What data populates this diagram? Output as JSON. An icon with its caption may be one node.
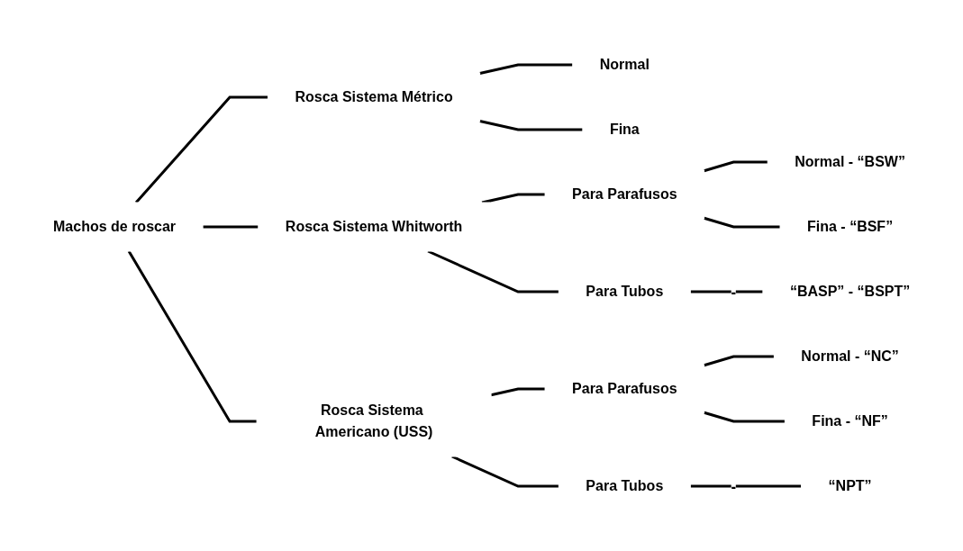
{
  "diagram": {
    "nodes": [
      {
        "text": [
          "Machos de roscar"
        ]
      },
      {
        "text": [
          "Rosca Sistema Métrico"
        ]
      },
      {
        "text": [
          "Normal"
        ]
      },
      {
        "text": [
          "Fina"
        ]
      },
      {
        "text": [
          "Rosca Sistema Whitworth"
        ]
      },
      {
        "text": [
          "Para Parafusos"
        ]
      },
      {
        "text": [
          "Normal - “BSW”"
        ]
      },
      {
        "text": [
          "Fina - “BSF”"
        ]
      },
      {
        "text": [
          "Para Tubos"
        ]
      },
      {
        "text": [
          "“BASP” - “BSPT”"
        ]
      },
      {
        "text": [
          "Rosca Sistema Americano (USS)"
        ]
      },
      {
        "text": [
          "Para Parafusos"
        ]
      },
      {
        "text": [
          "Normal - “NC”"
        ]
      },
      {
        "text": [
          "Fina - “NF”"
        ]
      },
      {
        "text": [
          "Para Tubos"
        ]
      },
      {
        "text": [
          "“NPT”"
        ]
      }
    ],
    "edges": [
      {
        "from": 0,
        "to": 1,
        "arrow": "none"
      },
      {
        "from": 0,
        "to": 4,
        "arrow": "none"
      },
      {
        "from": 0,
        "to": 10,
        "arrow": "none"
      },
      {
        "from": 1,
        "to": 2,
        "arrow": "none"
      },
      {
        "from": 1,
        "to": 3,
        "arrow": "none"
      },
      {
        "from": 4,
        "to": 5,
        "arrow": "none"
      },
      {
        "from": 4,
        "to": 8,
        "arrow": "none"
      },
      {
        "from": 5,
        "to": 6,
        "arrow": "none"
      },
      {
        "from": 5,
        "to": 7,
        "arrow": "none"
      },
      {
        "from": 8,
        "to": 9,
        "arrow": "none",
        "label": "-"
      },
      {
        "from": 10,
        "to": 11,
        "arrow": "none"
      },
      {
        "from": 10,
        "to": 14,
        "arrow": "none"
      },
      {
        "from": 11,
        "to": 12,
        "arrow": "none"
      },
      {
        "from": 11,
        "to": 13,
        "arrow": "none"
      },
      {
        "from": 14,
        "to": 15,
        "arrow": "none",
        "label": "-"
      }
    ]
  }
}
